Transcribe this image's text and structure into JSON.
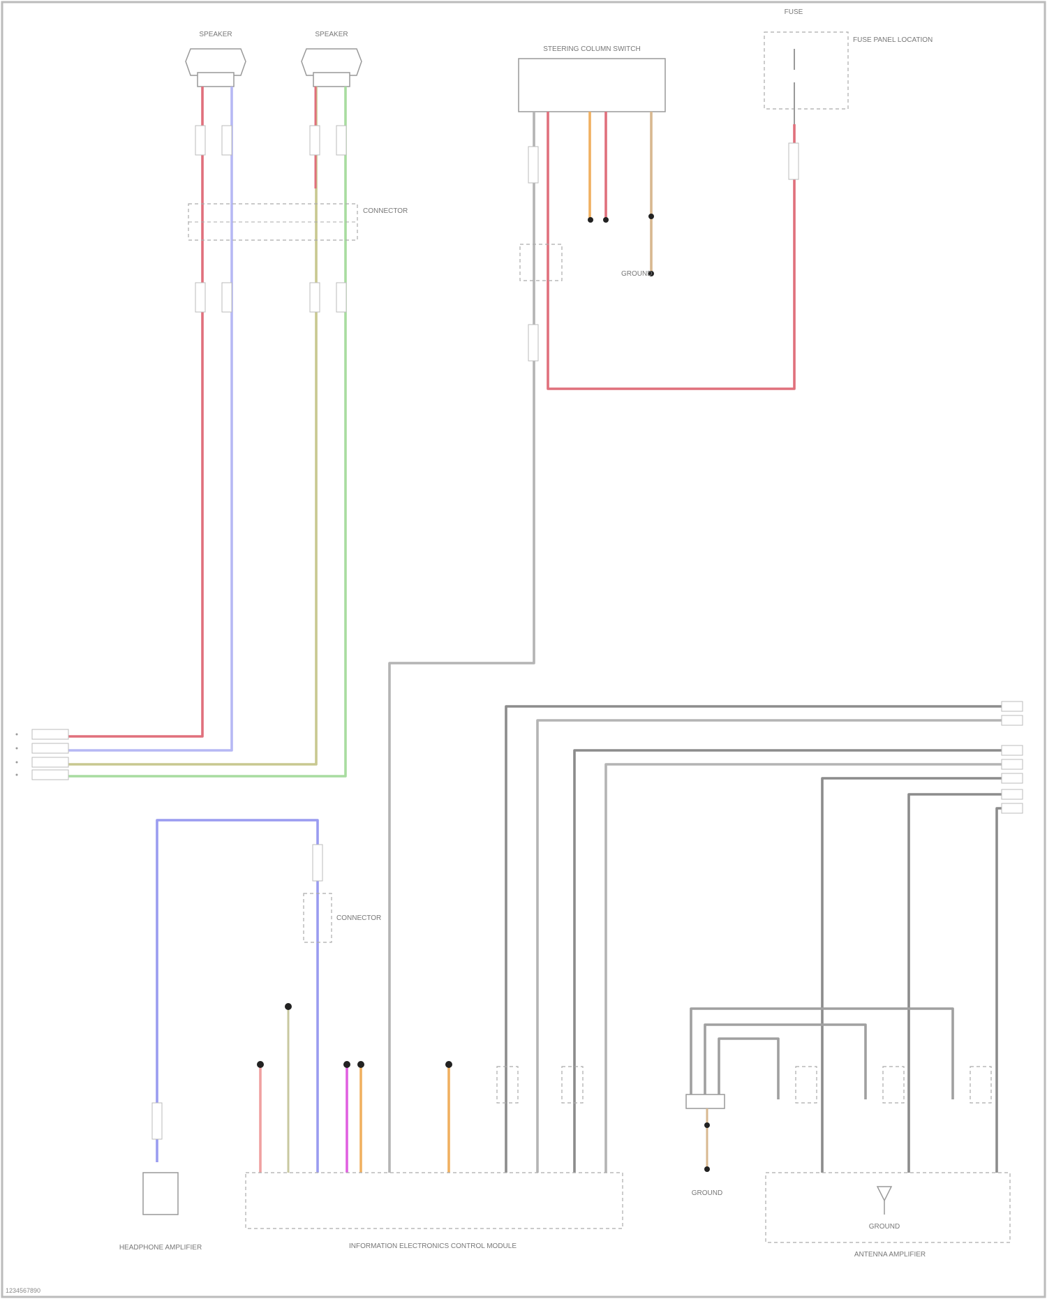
{
  "colors": {
    "red": "#e0707c",
    "blue": "#9a9cf0",
    "yellow_green": "#c8c890",
    "green": "#a8dca0",
    "grey": "#b4b4b4",
    "dark_grey": "#8c8c8c",
    "orange": "#f0b060",
    "magenta": "#e060e0",
    "pink": "#f0a0a0",
    "tan": "#d8b890"
  },
  "labels": {
    "speaker_left": "SPEAKER",
    "speaker_right": "SPEAKER",
    "steering_column": "STEERING COLUMN SWITCH",
    "fuse": "FUSE",
    "fuse_note": "FUSE PANEL LOCATION",
    "ground_bottom_right": "GROUND",
    "antenna_amp": "ANTENNA AMPLIFIER",
    "info_module": "INFORMATION ELECTRONICS CONTROL MODULE",
    "headphone_amp": "HEADPHONE AMPLIFIER",
    "connector_note": "CONNECTOR",
    "ground_mid": "GROUND",
    "ground_bottom": "GROUND",
    "footer": "1234567890"
  }
}
